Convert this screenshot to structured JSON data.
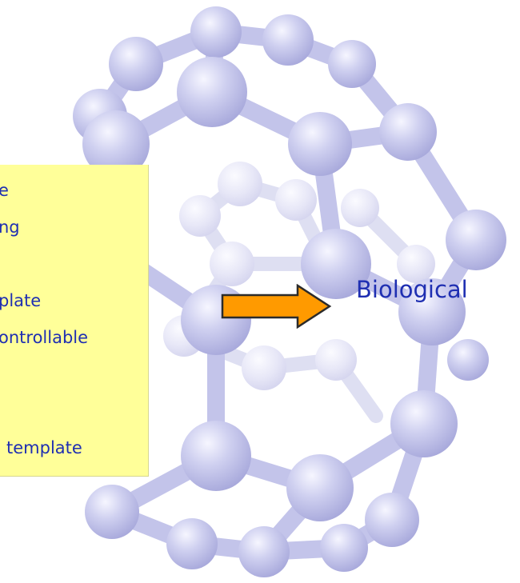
{
  "note": {
    "lines": [
      "e",
      "ng",
      "plate",
      "ontrollable",
      "template"
    ]
  },
  "label": {
    "text": "Biological"
  },
  "colors": {
    "note_bg": "#ffff99",
    "text": "#1f2fb2",
    "arrow_fill": "#ff9a00",
    "arrow_stroke": "#2b2b2b",
    "atom": "#c8c9ec"
  },
  "icons": {
    "arrow": "right-arrow-icon",
    "molecule": "fullerene-molecule-illustration"
  }
}
